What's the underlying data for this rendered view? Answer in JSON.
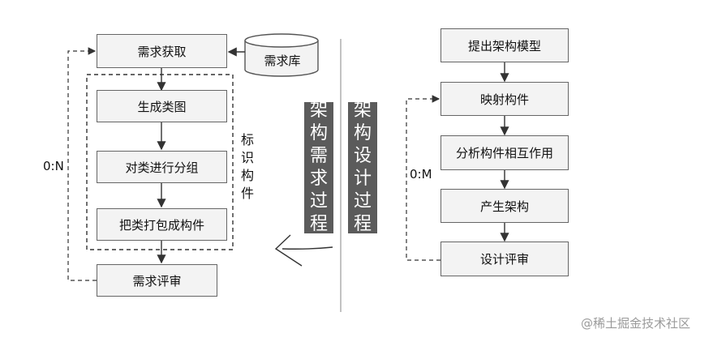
{
  "left": {
    "nodes": [
      "需求获取",
      "生成类图",
      "对类进行分组",
      "把类打包成构件",
      "需求评审"
    ],
    "database": "需求库",
    "group_label": [
      "标",
      "识",
      "构",
      "件"
    ],
    "loop_label": "0:N"
  },
  "banners": [
    [
      "架",
      "构",
      "需",
      "求",
      "过",
      "程"
    ],
    [
      "架",
      "构",
      "设",
      "计",
      "过",
      "程"
    ]
  ],
  "right": {
    "nodes": [
      "提出架构模型",
      "映射构件",
      "分析构件相互作用",
      "产生架构",
      "设计评审"
    ],
    "loop_label": "0:M"
  },
  "watermark": "@稀土掘金技术社区"
}
